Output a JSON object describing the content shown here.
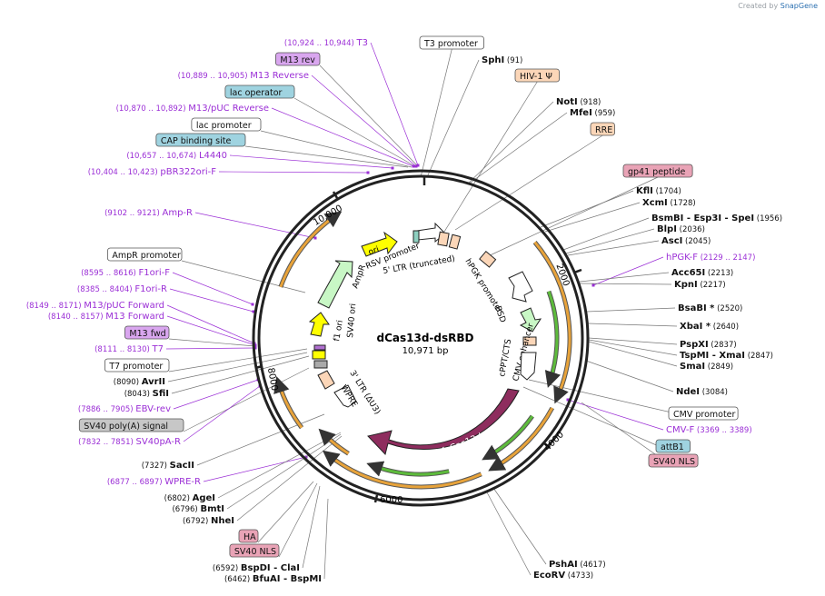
{
  "brand": {
    "created_by": "Created by",
    "name": "SnapGene"
  },
  "plasmid": {
    "name": "dCas13d-dsRBD",
    "length": "10,971 bp"
  },
  "ruler_ticks": [
    "10,000",
    "2000",
    "4000",
    "6000",
    "8000"
  ],
  "colors": {
    "primer": "#9b2fd6",
    "orange_arc": "#e8a33a",
    "green_arc": "#5dbb3b",
    "rfx": "#8e2d5e",
    "ori": "#ffff00",
    "cds_green": "#c8f7c5"
  },
  "labels": [
    {
      "text": "T3",
      "coord": "(10,924 .. 10,944)",
      "kind": "primer"
    },
    {
      "text": "M13 rev",
      "kind": "boxed",
      "fill": "#d9a6ef"
    },
    {
      "text": "M13 Reverse",
      "coord": "(10,889 .. 10,905)",
      "kind": "primer"
    },
    {
      "text": "lac operator",
      "kind": "boxed",
      "fill": "#9fd3e0"
    },
    {
      "text": "M13/pUC Reverse",
      "coord": "(10,870 .. 10,892)",
      "kind": "primer"
    },
    {
      "text": "lac promoter",
      "kind": "boxed",
      "fill": "#ffffff"
    },
    {
      "text": "CAP binding site",
      "kind": "boxed",
      "fill": "#9fd3e0"
    },
    {
      "text": "L4440",
      "coord": "(10,657 .. 10,674)",
      "kind": "primer"
    },
    {
      "text": "pBR322ori-F",
      "coord": "(10,404 .. 10,423)",
      "kind": "primer"
    },
    {
      "text": "Amp-R",
      "coord": "(9102 .. 9121)",
      "kind": "primer"
    },
    {
      "text": "AmpR promoter",
      "kind": "boxed",
      "fill": "#ffffff"
    },
    {
      "text": "F1ori-F",
      "coord": "(8595 .. 8616)",
      "kind": "primer"
    },
    {
      "text": "F1ori-R",
      "coord": "(8385 .. 8404)",
      "kind": "primer"
    },
    {
      "text": "M13/pUC Forward",
      "coord": "(8149 .. 8171)",
      "kind": "primer"
    },
    {
      "text": "M13 Forward",
      "coord": "(8140 .. 8157)",
      "kind": "primer"
    },
    {
      "text": "M13 fwd",
      "kind": "boxed",
      "fill": "#d9a6ef"
    },
    {
      "text": "T7",
      "coord": "(8111 .. 8130)",
      "kind": "primer"
    },
    {
      "text": "T7 promoter",
      "kind": "boxed",
      "fill": "#ffffff"
    },
    {
      "text": "AvrII",
      "coord": "(8090)",
      "kind": "site"
    },
    {
      "text": "SfiI",
      "coord": "(8043)",
      "kind": "site"
    },
    {
      "text": "EBV-rev",
      "coord": "(7886 .. 7905)",
      "kind": "primer"
    },
    {
      "text": "SV40 poly(A) signal",
      "kind": "boxed",
      "fill": "#c7c7c7"
    },
    {
      "text": "SV40pA-R",
      "coord": "(7832 .. 7851)",
      "kind": "primer"
    },
    {
      "text": "SacII",
      "coord": "(7327)",
      "kind": "site"
    },
    {
      "text": "WPRE-R",
      "coord": "(6877 .. 6897)",
      "kind": "primer"
    },
    {
      "text": "AgeI",
      "coord": "(6802)",
      "kind": "site"
    },
    {
      "text": "BmtI",
      "coord": "(6796)",
      "kind": "site"
    },
    {
      "text": "NheI",
      "coord": "(6792)",
      "kind": "site"
    },
    {
      "text": "HA",
      "kind": "boxed",
      "fill": "#e9a3b6"
    },
    {
      "text": "SV40 NLS",
      "kind": "boxed",
      "fill": "#e9a3b6"
    },
    {
      "text": "BspDI  - ClaI",
      "coord": "(6592)",
      "kind": "site"
    },
    {
      "text": "BfuAI  - BspMI",
      "coord": "(6462)",
      "kind": "site"
    },
    {
      "text": "T3 promoter",
      "kind": "boxed",
      "fill": "#ffffff"
    },
    {
      "text": "SphI",
      "coord": "(91)",
      "kind": "site"
    },
    {
      "text": "HIV-1 Ψ",
      "kind": "boxed",
      "fill": "#fbd6b8"
    },
    {
      "text": "NotI",
      "coord": "(918)",
      "kind": "site"
    },
    {
      "text": "MfeI",
      "coord": "(959)",
      "kind": "site"
    },
    {
      "text": "RRE",
      "kind": "boxed",
      "fill": "#fbd6b8"
    },
    {
      "text": "gp41 peptide",
      "kind": "boxed",
      "fill": "#e9a3b6"
    },
    {
      "text": "KflI",
      "coord": "(1704)",
      "kind": "site"
    },
    {
      "text": "XcmI",
      "coord": "(1728)",
      "kind": "site"
    },
    {
      "text": "BsmBI  - Esp3I  - SpeI",
      "coord": "(1956)",
      "kind": "site"
    },
    {
      "text": "BlpI",
      "coord": "(2036)",
      "kind": "site"
    },
    {
      "text": "AscI",
      "coord": "(2045)",
      "kind": "site"
    },
    {
      "text": "hPGK-F",
      "coord": "(2129 .. 2147)",
      "kind": "primer"
    },
    {
      "text": "Acc65I",
      "coord": "(2213)",
      "kind": "site"
    },
    {
      "text": "KpnI",
      "coord": "(2217)",
      "kind": "site"
    },
    {
      "text": "BsaBI *",
      "coord": "(2520)",
      "kind": "site"
    },
    {
      "text": "XbaI *",
      "coord": "(2640)",
      "kind": "site"
    },
    {
      "text": "PspXI",
      "coord": "(2837)",
      "kind": "site"
    },
    {
      "text": "TspMI  - XmaI",
      "coord": "(2847)",
      "kind": "site"
    },
    {
      "text": "SmaI",
      "coord": "(2849)",
      "kind": "site"
    },
    {
      "text": "NdeI",
      "coord": "(3084)",
      "kind": "site"
    },
    {
      "text": "CMV promoter",
      "kind": "boxed",
      "fill": "#ffffff"
    },
    {
      "text": "CMV-F",
      "coord": "(3369 .. 3389)",
      "kind": "primer"
    },
    {
      "text": "attB1",
      "kind": "boxed",
      "fill": "#9fd3e0"
    },
    {
      "text": "SV40 NLS",
      "kind": "boxed",
      "fill": "#e9a3b6"
    },
    {
      "text": "PshAI",
      "coord": "(4617)",
      "kind": "site"
    },
    {
      "text": "EcoRV",
      "coord": "(4733)",
      "kind": "site"
    }
  ],
  "features": [
    "ori",
    "AmpR",
    "f1 ori",
    "SV40 ori",
    "RSV promoter",
    "5' LTR (truncated)",
    "hPGK promoter",
    "BSD",
    "cPPT/CTS",
    "CMV enhancer",
    "RfxCas13d",
    "3' LTR (ΔU3)",
    "WPRE"
  ]
}
